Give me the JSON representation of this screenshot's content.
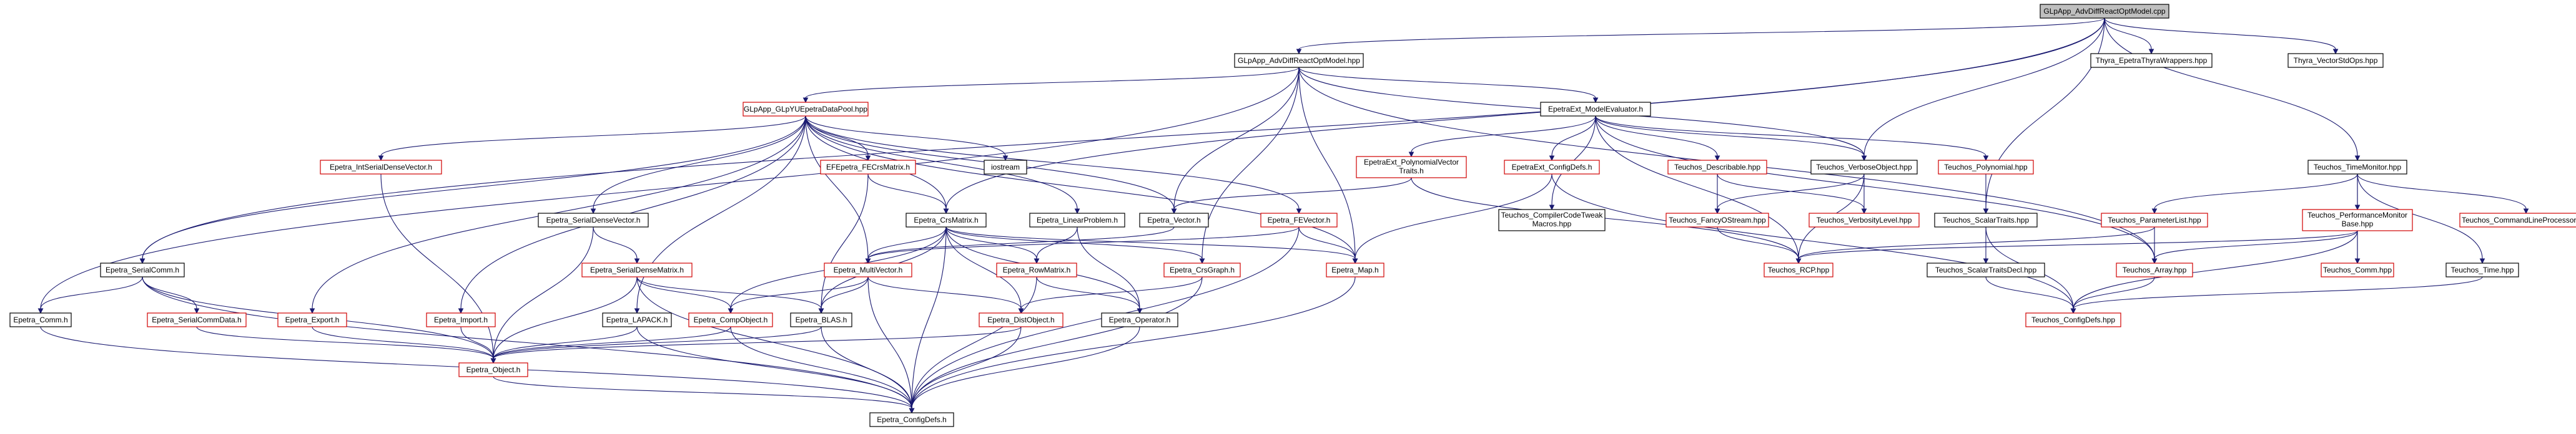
{
  "colors": {
    "edge": "#191970",
    "node_border_black": "#000000",
    "node_border_red": "#d00000",
    "root_fill": "#bfbfbf",
    "node_fill": "#ffffff"
  },
  "nodes": [
    {
      "id": "root",
      "lines": [
        "GLpApp_AdvDiffReactOptModel.cpp"
      ],
      "style": "root"
    },
    {
      "id": "thyraEW",
      "lines": [
        "Thyra_EpetraThyraWrappers.hpp"
      ],
      "style": "gray"
    },
    {
      "id": "thyraVSO",
      "lines": [
        "Thyra_VectorStdOps.hpp"
      ],
      "style": "gray"
    },
    {
      "id": "advHpp",
      "lines": [
        "GLpApp_AdvDiffReactOptModel.hpp"
      ],
      "style": "black"
    },
    {
      "id": "glpYU",
      "lines": [
        "GLpApp_GLpYUEpetraDataPool.hpp"
      ],
      "style": "red"
    },
    {
      "id": "modelEval",
      "lines": [
        "EpetraExt_ModelEvaluator.h"
      ],
      "style": "black"
    },
    {
      "id": "polyVec",
      "lines": [
        "EpetraExt_PolynomialVector",
        "Traits.h"
      ],
      "style": "red"
    },
    {
      "id": "eeConfig",
      "lines": [
        "EpetraExt_ConfigDefs.h"
      ],
      "style": "red"
    },
    {
      "id": "describable",
      "lines": [
        "Teuchos_Describable.hpp"
      ],
      "style": "red"
    },
    {
      "id": "verboseObj",
      "lines": [
        "Teuchos_VerboseObject.hpp"
      ],
      "style": "black"
    },
    {
      "id": "polynomial",
      "lines": [
        "Teuchos_Polynomial.hpp"
      ],
      "style": "red"
    },
    {
      "id": "timeMon",
      "lines": [
        "Teuchos_TimeMonitor.hpp"
      ],
      "style": "black"
    },
    {
      "id": "intSDV",
      "lines": [
        "Epetra_IntSerialDenseVector.h"
      ],
      "style": "red"
    },
    {
      "id": "fecrs",
      "lines": [
        "EFEpetra_FECrsMatrix.h"
      ],
      "style": "red"
    },
    {
      "id": "iostream",
      "lines": [
        "iostream"
      ],
      "style": "gray"
    },
    {
      "id": "serialComm",
      "lines": [
        "Epetra_SerialComm.h"
      ],
      "style": "black"
    },
    {
      "id": "sdv",
      "lines": [
        "Epetra_SerialDenseVector.h"
      ],
      "style": "black"
    },
    {
      "id": "crsMatrix",
      "lines": [
        "Epetra_CrsMatrix.h"
      ],
      "style": "black"
    },
    {
      "id": "linProb",
      "lines": [
        "Epetra_LinearProblem.h"
      ],
      "style": "black"
    },
    {
      "id": "vector",
      "lines": [
        "Epetra_Vector.h"
      ],
      "style": "black"
    },
    {
      "id": "fevector",
      "lines": [
        "Epetra_FEVector.h"
      ],
      "style": "red"
    },
    {
      "id": "compilerTweak",
      "lines": [
        "Teuchos_CompilerCodeTweak",
        "Macros.hpp"
      ],
      "style": "black"
    },
    {
      "id": "fancy",
      "lines": [
        "Teuchos_FancyOStream.hpp"
      ],
      "style": "red"
    },
    {
      "id": "verbLevel",
      "lines": [
        "Teuchos_VerbosityLevel.hpp"
      ],
      "style": "red"
    },
    {
      "id": "scalarTraits",
      "lines": [
        "Teuchos_ScalarTraits.hpp"
      ],
      "style": "black"
    },
    {
      "id": "paramList",
      "lines": [
        "Teuchos_ParameterList.hpp"
      ],
      "style": "red"
    },
    {
      "id": "perfMon",
      "lines": [
        "Teuchos_PerformanceMonitor",
        "Base.hpp"
      ],
      "style": "red"
    },
    {
      "id": "cmdLine",
      "lines": [
        "Teuchos_CommandLineProcessor.hpp"
      ],
      "style": "red"
    },
    {
      "id": "sdm",
      "lines": [
        "Epetra_SerialDenseMatrix.h"
      ],
      "style": "red"
    },
    {
      "id": "multiVec",
      "lines": [
        "Epetra_MultiVector.h"
      ],
      "style": "red"
    },
    {
      "id": "rowMatrix",
      "lines": [
        "Epetra_RowMatrix.h"
      ],
      "style": "red"
    },
    {
      "id": "crsGraph",
      "lines": [
        "Epetra_CrsGraph.h"
      ],
      "style": "red"
    },
    {
      "id": "map",
      "lines": [
        "Epetra_Map.h"
      ],
      "style": "red"
    },
    {
      "id": "rcp",
      "lines": [
        "Teuchos_RCP.hpp"
      ],
      "style": "red"
    },
    {
      "id": "stDecl",
      "lines": [
        "Teuchos_ScalarTraitsDecl.hpp"
      ],
      "style": "black"
    },
    {
      "id": "array",
      "lines": [
        "Teuchos_Array.hpp"
      ],
      "style": "red"
    },
    {
      "id": "tComm",
      "lines": [
        "Teuchos_Comm.hpp"
      ],
      "style": "red"
    },
    {
      "id": "tTime",
      "lines": [
        "Teuchos_Time.hpp"
      ],
      "style": "black"
    },
    {
      "id": "comm",
      "lines": [
        "Epetra_Comm.h"
      ],
      "style": "black"
    },
    {
      "id": "scd",
      "lines": [
        "Epetra_SerialCommData.h"
      ],
      "style": "red"
    },
    {
      "id": "export",
      "lines": [
        "Epetra_Export.h"
      ],
      "style": "red"
    },
    {
      "id": "import",
      "lines": [
        "Epetra_Import.h"
      ],
      "style": "red"
    },
    {
      "id": "lapack",
      "lines": [
        "Epetra_LAPACK.h"
      ],
      "style": "black"
    },
    {
      "id": "compObj",
      "lines": [
        "Epetra_CompObject.h"
      ],
      "style": "red"
    },
    {
      "id": "blas",
      "lines": [
        "Epetra_BLAS.h"
      ],
      "style": "black"
    },
    {
      "id": "distObj",
      "lines": [
        "Epetra_DistObject.h"
      ],
      "style": "red"
    },
    {
      "id": "operator",
      "lines": [
        "Epetra_Operator.h"
      ],
      "style": "black"
    },
    {
      "id": "tConfig",
      "lines": [
        "Teuchos_ConfigDefs.hpp"
      ],
      "style": "red"
    },
    {
      "id": "object",
      "lines": [
        "Epetra_Object.h"
      ],
      "style": "red"
    },
    {
      "id": "config",
      "lines": [
        "Epetra_ConfigDefs.h"
      ],
      "style": "black"
    }
  ],
  "edges": [
    [
      "root",
      "advHpp"
    ],
    [
      "root",
      "thyraEW"
    ],
    [
      "root",
      "thyraVSO"
    ],
    [
      "root",
      "verboseObj"
    ],
    [
      "root",
      "scalarTraits"
    ],
    [
      "root",
      "timeMon"
    ],
    [
      "root",
      "crsMatrix"
    ],
    [
      "root",
      "serialComm"
    ],
    [
      "advHpp",
      "glpYU"
    ],
    [
      "advHpp",
      "modelEval"
    ],
    [
      "advHpp",
      "verboseObj"
    ],
    [
      "advHpp",
      "array"
    ],
    [
      "advHpp",
      "vector"
    ],
    [
      "advHpp",
      "crsGraph"
    ],
    [
      "advHpp",
      "map"
    ],
    [
      "advHpp",
      "comm"
    ],
    [
      "glpYU",
      "intSDV"
    ],
    [
      "glpYU",
      "fecrs"
    ],
    [
      "glpYU",
      "iostream"
    ],
    [
      "glpYU",
      "linProb"
    ],
    [
      "glpYU",
      "fevector"
    ],
    [
      "glpYU",
      "serialComm"
    ],
    [
      "glpYU",
      "sdv"
    ],
    [
      "glpYU",
      "crsMatrix"
    ],
    [
      "glpYU",
      "export"
    ],
    [
      "glpYU",
      "import"
    ],
    [
      "glpYU",
      "lapack"
    ],
    [
      "glpYU",
      "multiVec"
    ],
    [
      "glpYU",
      "vector"
    ],
    [
      "glpYU",
      "map"
    ],
    [
      "modelEval",
      "polyVec"
    ],
    [
      "modelEval",
      "eeConfig"
    ],
    [
      "modelEval",
      "describable"
    ],
    [
      "modelEval",
      "polynomial"
    ],
    [
      "modelEval",
      "verboseObj"
    ],
    [
      "modelEval",
      "compilerTweak"
    ],
    [
      "modelEval",
      "rcp"
    ],
    [
      "modelEval",
      "array"
    ],
    [
      "polyVec",
      "vector"
    ],
    [
      "polyVec",
      "rcp"
    ],
    [
      "eeConfig",
      "tConfig"
    ],
    [
      "eeConfig",
      "map"
    ],
    [
      "describable",
      "fancy"
    ],
    [
      "describable",
      "verbLevel"
    ],
    [
      "verboseObj",
      "fancy"
    ],
    [
      "verboseObj",
      "verbLevel"
    ],
    [
      "verboseObj",
      "rcp"
    ],
    [
      "polynomial",
      "scalarTraits"
    ],
    [
      "timeMon",
      "paramList"
    ],
    [
      "timeMon",
      "perfMon"
    ],
    [
      "timeMon",
      "cmdLine"
    ],
    [
      "timeMon",
      "tTime"
    ],
    [
      "timeMon",
      "tComm"
    ],
    [
      "intSDV",
      "object"
    ],
    [
      "fecrs",
      "crsMatrix"
    ],
    [
      "fecrs",
      "blas"
    ],
    [
      "serialComm",
      "comm"
    ],
    [
      "serialComm",
      "scd"
    ],
    [
      "serialComm",
      "object"
    ],
    [
      "serialComm",
      "config"
    ],
    [
      "sdv",
      "sdm"
    ],
    [
      "sdv",
      "object"
    ],
    [
      "crsMatrix",
      "multiVec"
    ],
    [
      "crsMatrix",
      "rowMatrix"
    ],
    [
      "crsMatrix",
      "crsGraph"
    ],
    [
      "crsMatrix",
      "map"
    ],
    [
      "crsMatrix",
      "compObj"
    ],
    [
      "crsMatrix",
      "blas"
    ],
    [
      "crsMatrix",
      "distObj"
    ],
    [
      "crsMatrix",
      "operator"
    ],
    [
      "crsMatrix",
      "config"
    ],
    [
      "linProb",
      "rowMatrix"
    ],
    [
      "linProb",
      "operator"
    ],
    [
      "vector",
      "multiVec"
    ],
    [
      "fevector",
      "multiVec"
    ],
    [
      "fevector",
      "map"
    ],
    [
      "fevector",
      "config"
    ],
    [
      "fancy",
      "rcp"
    ],
    [
      "scalarTraits",
      "stDecl"
    ],
    [
      "scalarTraits",
      "tConfig"
    ],
    [
      "paramList",
      "rcp"
    ],
    [
      "paramList",
      "array"
    ],
    [
      "perfMon",
      "array"
    ],
    [
      "perfMon",
      "tComm"
    ],
    [
      "perfMon",
      "rcp"
    ],
    [
      "perfMon",
      "tConfig"
    ],
    [
      "sdm",
      "compObj"
    ],
    [
      "sdm",
      "blas"
    ],
    [
      "sdm",
      "object"
    ],
    [
      "sdm",
      "config"
    ],
    [
      "multiVec",
      "compObj"
    ],
    [
      "multiVec",
      "blas"
    ],
    [
      "multiVec",
      "distObj"
    ],
    [
      "multiVec",
      "config"
    ],
    [
      "rowMatrix",
      "operator"
    ],
    [
      "rowMatrix",
      "config"
    ],
    [
      "crsGraph",
      "distObj"
    ],
    [
      "crsGraph",
      "config"
    ],
    [
      "map",
      "config"
    ],
    [
      "stDecl",
      "tConfig"
    ],
    [
      "array",
      "tConfig"
    ],
    [
      "tTime",
      "tConfig"
    ],
    [
      "comm",
      "config"
    ],
    [
      "scd",
      "object"
    ],
    [
      "export",
      "object"
    ],
    [
      "import",
      "object"
    ],
    [
      "lapack",
      "object"
    ],
    [
      "lapack",
      "config"
    ],
    [
      "compObj",
      "object"
    ],
    [
      "compObj",
      "config"
    ],
    [
      "blas",
      "object"
    ],
    [
      "blas",
      "config"
    ],
    [
      "distObj",
      "object"
    ],
    [
      "distObj",
      "config"
    ],
    [
      "operator",
      "config"
    ],
    [
      "object",
      "config"
    ]
  ]
}
